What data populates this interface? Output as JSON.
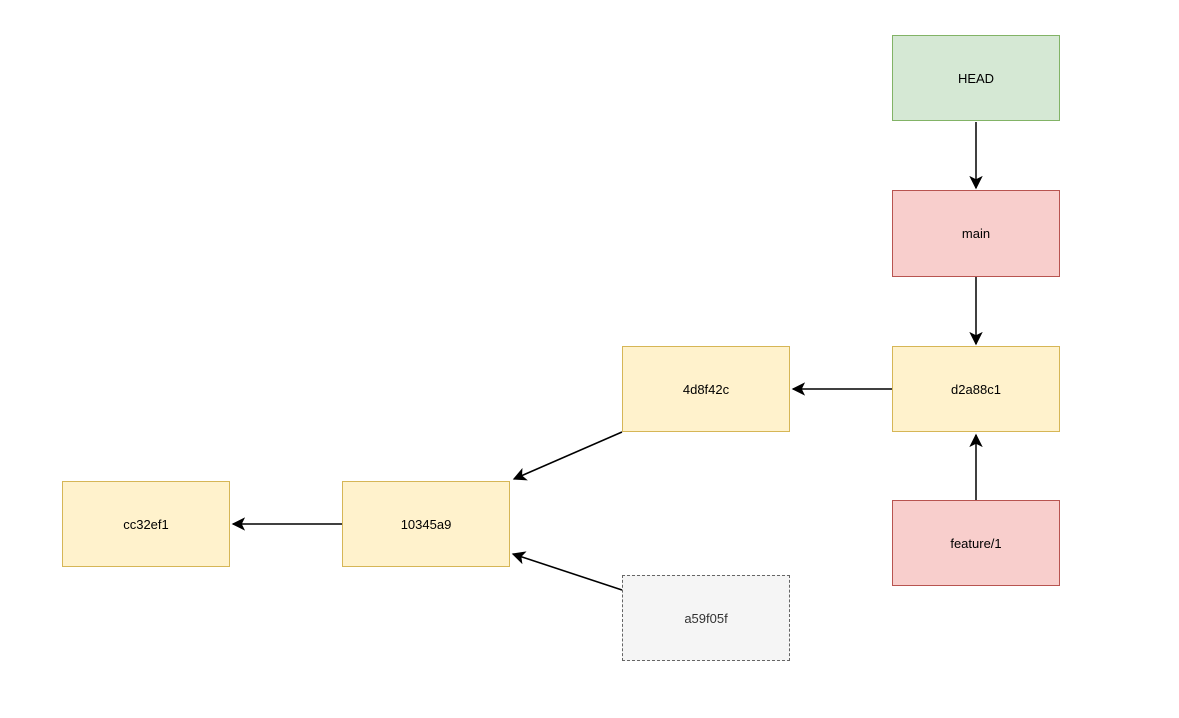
{
  "diagram": {
    "type": "git-commit-graph",
    "background_color": "#ffffff",
    "edge_color": "#000000",
    "nodes": [
      {
        "id": "head",
        "label": "HEAD",
        "kind": "head-pointer",
        "fill": "#d5e8d4",
        "border": "#82b366",
        "border_style": "solid"
      },
      {
        "id": "main",
        "label": "main",
        "kind": "branch",
        "fill": "#f8cecc",
        "border": "#b85450",
        "border_style": "solid"
      },
      {
        "id": "d2a88c1",
        "label": "d2a88c1",
        "kind": "commit",
        "fill": "#fff2cc",
        "border": "#d6b656",
        "border_style": "solid"
      },
      {
        "id": "feature1",
        "label": "feature/1",
        "kind": "branch",
        "fill": "#f8cecc",
        "border": "#b85450",
        "border_style": "solid"
      },
      {
        "id": "4d8f42c",
        "label": "4d8f42c",
        "kind": "commit",
        "fill": "#fff2cc",
        "border": "#d6b656",
        "border_style": "solid"
      },
      {
        "id": "10345a9",
        "label": "10345a9",
        "kind": "commit",
        "fill": "#fff2cc",
        "border": "#d6b656",
        "border_style": "solid"
      },
      {
        "id": "cc32ef1",
        "label": "cc32ef1",
        "kind": "commit",
        "fill": "#fff2cc",
        "border": "#d6b656",
        "border_style": "solid"
      },
      {
        "id": "a59f05f",
        "label": "a59f05f",
        "kind": "dangling-commit",
        "fill": "#f5f5f5",
        "border": "#666666",
        "border_style": "dashed"
      }
    ],
    "edges": [
      {
        "from": "HEAD",
        "to": "main",
        "direction": "down"
      },
      {
        "from": "main",
        "to": "d2a88c1",
        "direction": "down"
      },
      {
        "from": "d2a88c1",
        "to": "4d8f42c",
        "direction": "left"
      },
      {
        "from": "feature/1",
        "to": "d2a88c1",
        "direction": "up"
      },
      {
        "from": "4d8f42c",
        "to": "10345a9",
        "direction": "down-left"
      },
      {
        "from": "10345a9",
        "to": "cc32ef1",
        "direction": "left"
      },
      {
        "from": "a59f05f",
        "to": "10345a9",
        "direction": "up-left"
      }
    ]
  }
}
